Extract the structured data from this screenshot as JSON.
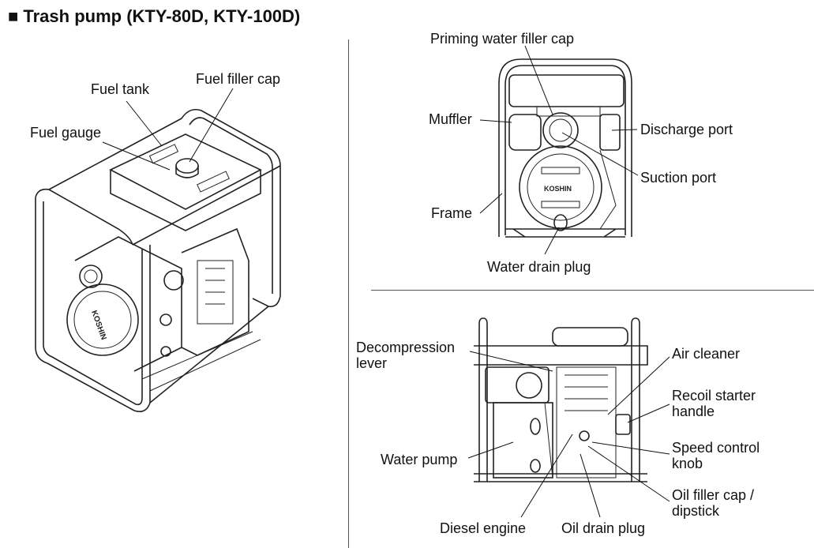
{
  "title": "■ Trash pump (KTY-80D, KTY-100D)",
  "perspective_view": {
    "labels": {
      "fuel_tank": "Fuel tank",
      "fuel_filler_cap": "Fuel filler cap",
      "fuel_gauge": "Fuel gauge"
    },
    "logo_text": "KOSHIN"
  },
  "front_view": {
    "labels": {
      "priming_water_filler_cap": "Priming water filler cap",
      "muffler": "Muffler",
      "discharge_port": "Discharge port",
      "suction_port": "Suction port",
      "frame": "Frame",
      "water_drain_plug": "Water drain plug"
    },
    "logo_text": "KOSHIN"
  },
  "side_view": {
    "labels": {
      "decompression_lever_1": "Decompression",
      "decompression_lever_2": "lever",
      "air_cleaner": "Air cleaner",
      "recoil_starter_handle_1": "Recoil starter",
      "recoil_starter_handle_2": "handle",
      "speed_control_knob_1": "Speed control",
      "speed_control_knob_2": "knob",
      "water_pump": "Water pump",
      "oil_filler_cap_1": "Oil filler cap /",
      "oil_filler_cap_2": "dipstick",
      "diesel_engine": "Diesel engine",
      "oil_drain_plug": "Oil drain plug"
    }
  }
}
